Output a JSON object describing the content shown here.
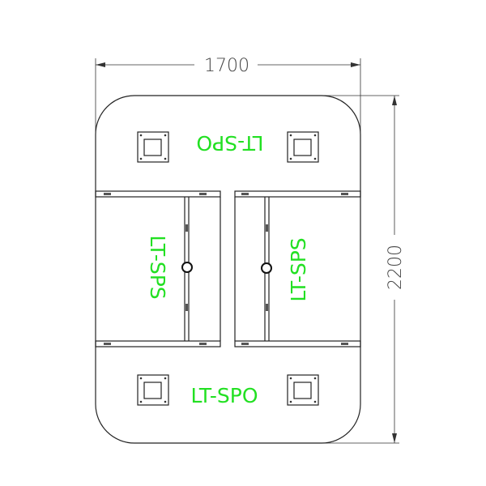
{
  "dimensions": {
    "width": "1700",
    "height": "2200"
  },
  "labels": {
    "top": "LT-SPO",
    "left": "LT-SPS",
    "right": "LT-SPS",
    "bottom": "LT-SPO"
  },
  "colors": {
    "label": "#22e022",
    "line": "#222222"
  }
}
